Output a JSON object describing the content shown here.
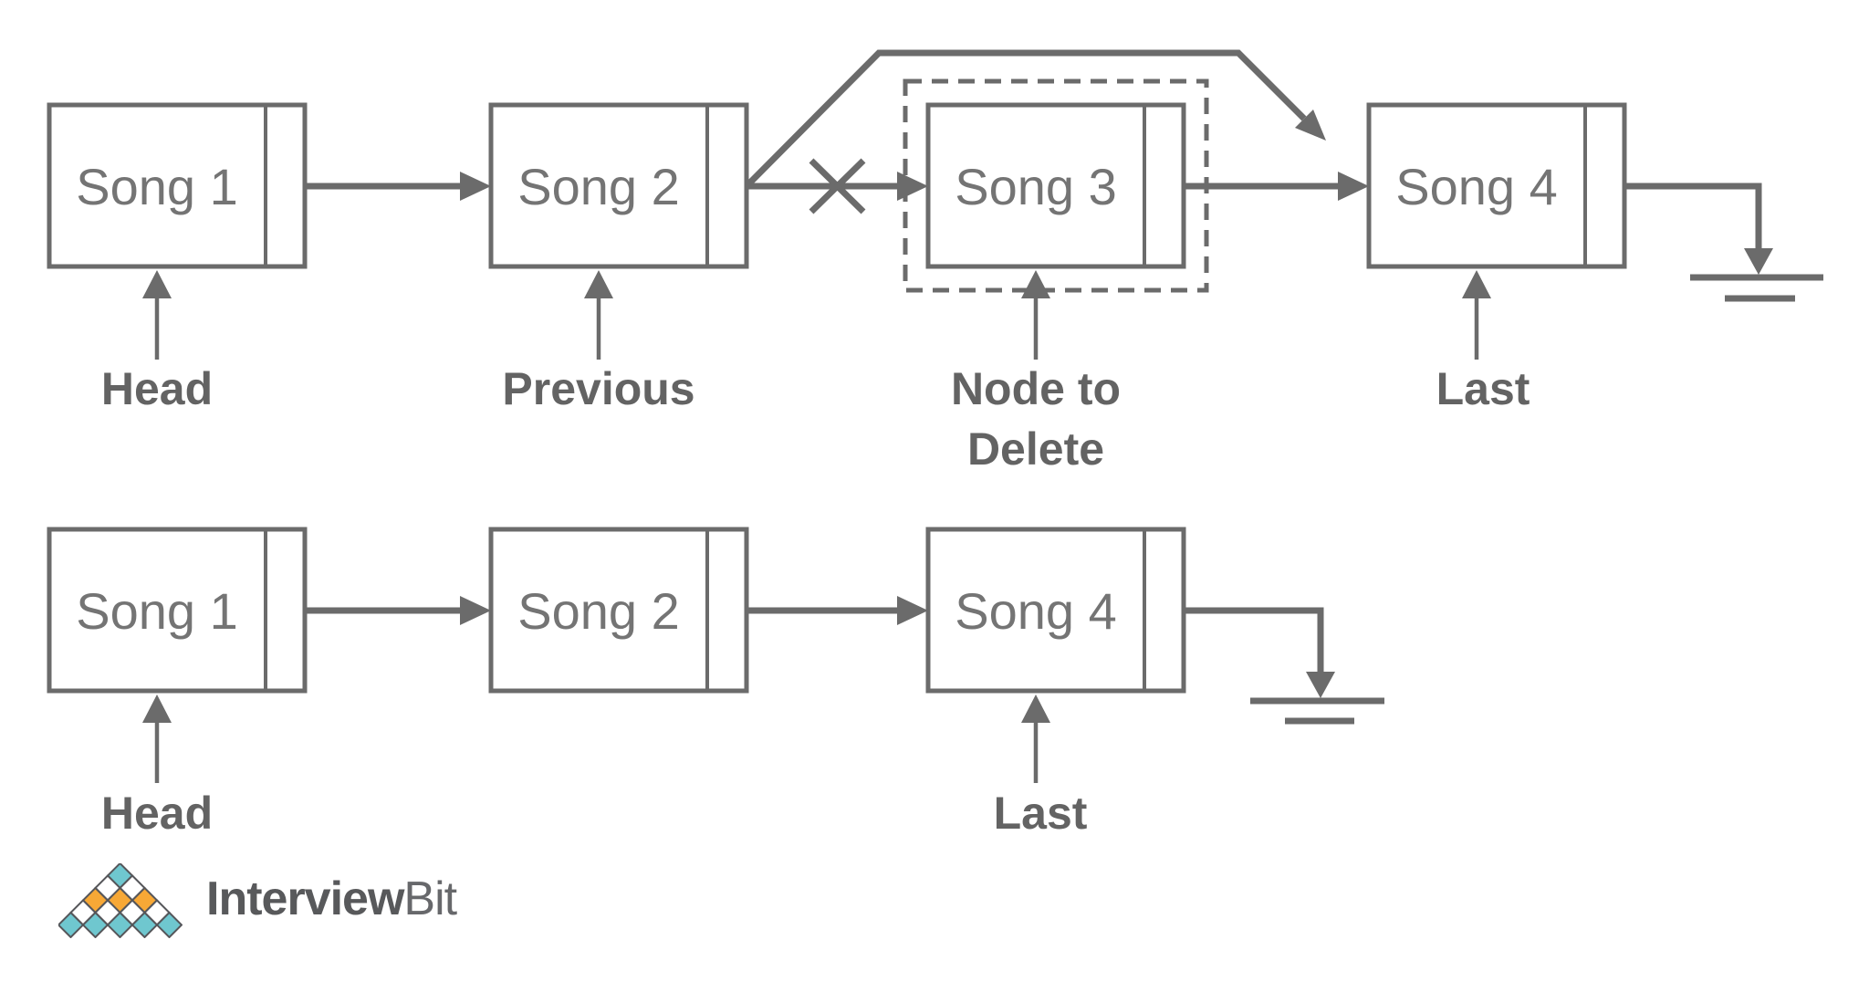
{
  "colors": {
    "line": "#6b6b6b",
    "node_text": "#747474",
    "label_text": "#636363",
    "dashed_border": "#6b6b6b",
    "logo_text_bold": "#58595b",
    "logo_text_light": "#67686b",
    "logo_outline": "#55565a",
    "logo_teal": "#6fc7cf",
    "logo_orange": "#f7a836",
    "background": "#ffffff"
  },
  "row1": {
    "nodes": [
      {
        "title": "Song 1"
      },
      {
        "title": "Song 2"
      },
      {
        "title": "Song 3"
      },
      {
        "title": "Song 4"
      }
    ],
    "labels": {
      "head": "Head",
      "previous": "Previous",
      "node_to_delete_line1": "Node to",
      "node_to_delete_line2": "Delete",
      "last": "Last"
    }
  },
  "row2": {
    "nodes": [
      {
        "title": "Song 1"
      },
      {
        "title": "Song 2"
      },
      {
        "title": "Song 4"
      }
    ],
    "labels": {
      "head": "Head",
      "last": "Last"
    }
  },
  "icons": {
    "cross": "deleted-link-cross-icon",
    "bypass": "bypass-arrow-icon",
    "ground": "null-terminator-ground-icon",
    "pointer_arrow": "pointer-up-arrow-icon"
  },
  "logo": {
    "brand_bold": "Interview",
    "brand_light": "Bit"
  }
}
